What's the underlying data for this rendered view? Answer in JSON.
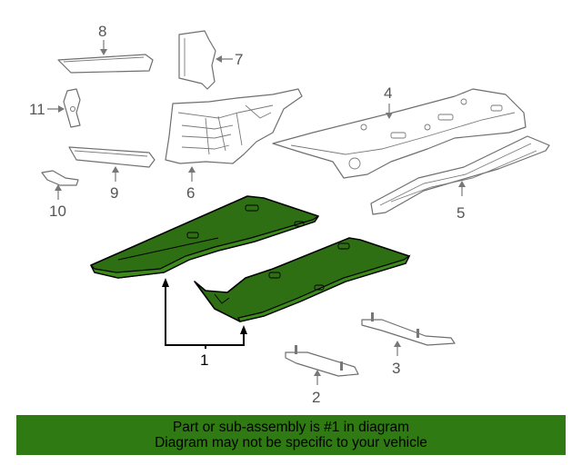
{
  "callouts": {
    "c1": "1",
    "c2": "2",
    "c3": "3",
    "c4": "4",
    "c5": "5",
    "c6": "6",
    "c7": "7",
    "c8": "8",
    "c9": "9",
    "c10": "10",
    "c11": "11"
  },
  "banner": {
    "line1": "Part or sub-assembly is #1 in diagram",
    "line2": "Diagram may not be specific to your vehicle"
  },
  "colors": {
    "highlight_part": "#2f6f14",
    "banner_bg": "#2f7a12"
  }
}
